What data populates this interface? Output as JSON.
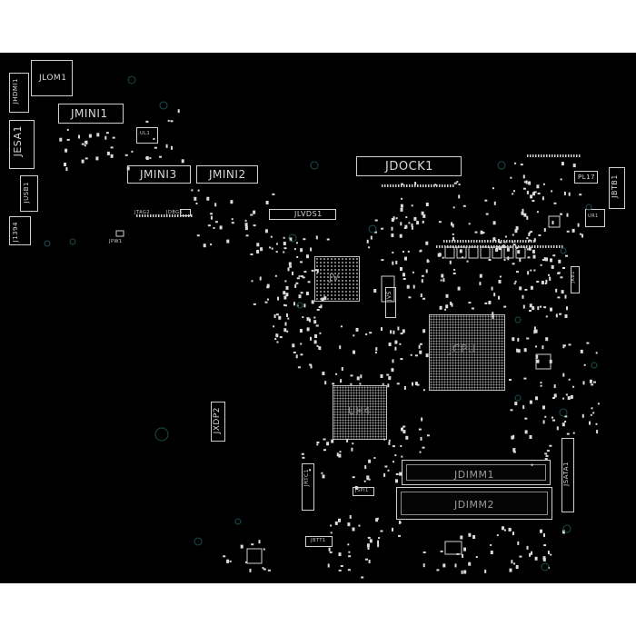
{
  "labels": {
    "jlom1": "JLOM1",
    "jhdmi1": "JHDMI1",
    "jmini1": "JMINI1",
    "jesa1": "JESA1",
    "jusb1": "JUSB1",
    "j1394": "J1394",
    "jmini3": "JMINI3",
    "jmini2": "JMINI2",
    "jdock1": "JDOCK1",
    "jbtb1": "JBTB1",
    "pl17": "PL17",
    "jlvds1": "JLVDS1",
    "jv": "JV",
    "jcpu": "JCPU",
    "uh4": "UH4",
    "jxdp2": "JXDP2",
    "jdimm1": "JDIMM1",
    "jdimm2": "JDIMM2",
    "jsata1": "JSATA1",
    "jbtt1": "JBTT1",
    "jspi1": "JSPI1",
    "jvs": "JVS",
    "jtag2": "JTAG2",
    "jdbg1": "JDBG1",
    "jrtc1": "JRTC1",
    "jkb1": "JKB1",
    "jpw1": "JPW1",
    "u1": "UL1",
    "u2": "UR1"
  },
  "colors": {
    "background": "#000000",
    "silkscreen": "#d8d8d8",
    "via_ring": "#1b4d4d",
    "page": "#ffffff"
  }
}
